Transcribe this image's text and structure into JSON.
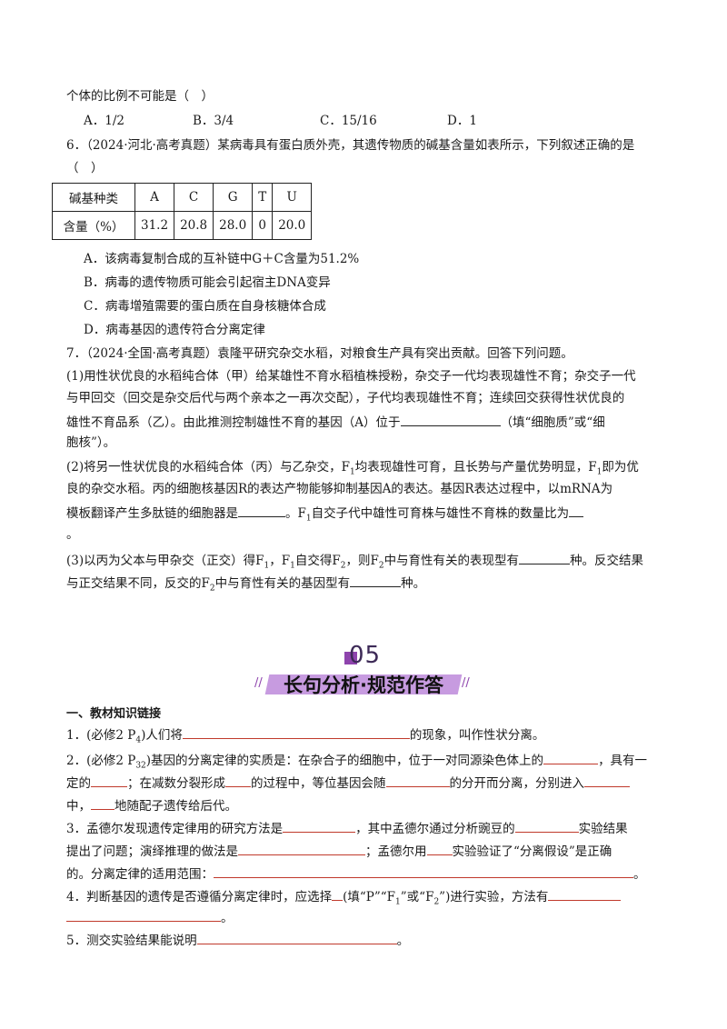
{
  "q5": {
    "stem_end": "个体的比例不可能是（　）",
    "options": [
      "A．1/2",
      "B．3/4",
      "C．15/16",
      "D．1"
    ]
  },
  "q6": {
    "stem": "6．（2024·河北·高考真题）某病毒具有蛋白质外壳，其遗传物质的碱基含量如表所示，下列叙述正确的是",
    "paren": "（　）",
    "table": {
      "header": [
        "碱基种类",
        "A",
        "C",
        "G",
        "T",
        "U"
      ],
      "row": [
        "含量（%）",
        "31.2",
        "20.8",
        "28.0",
        "0",
        "20.0"
      ]
    },
    "options": [
      "A．该病毒复制合成的互补链中G＋C含量为51.2%",
      "B．病毒的遗传物质可能会引起宿主DNA变异",
      "C．病毒增殖需要的蛋白质在自身核糖体合成",
      "D．病毒基因的遗传符合分离定律"
    ]
  },
  "q7": {
    "stem": "7．（2024·全国·高考真题）袁隆平研究杂交水稻，对粮食生产具有突出贡献。回答下列问题。",
    "p1": [
      "(1)用性状优良的水稻纯合体（甲）给某雄性不育水稻植株授粉，杂交子一代均表现雄性不育；杂交子一代",
      "与甲回交（回交是杂交后代与两个亲本之一再次交配），子代均表现雄性不育；连续回交获得性状优良的",
      "雄性不育品系（乙）。由此推测控制雄性不育的基因（A）位于",
      "（填“细胞质”或“细",
      "胞核”）。"
    ],
    "p2": [
      "(2)将另一性状优良的水稻纯合体（丙）与乙杂交，F",
      "均表现雄性可育，且长势与产量优势明显，F",
      "即为优",
      "良的杂交水稻。丙的细胞核基因R的表达产物能够抑制基因A的表达。基因R表达过程中，以mRNA为",
      "模板翻译产生多肽链的细胞器是",
      "。F",
      "自交子代中雄性可育株与雄性不育株的数量比为",
      "。"
    ],
    "p3": [
      "(3)以丙为父本与甲杂交（正交）得F",
      "，F",
      "自交得F",
      "，则F",
      "中与育性有关的表现型有",
      "种。反交结果",
      "与正交结果不同，反交的F",
      "中与育性有关的基因型有",
      "种。"
    ],
    "sub1": "1",
    "sub2": "2"
  },
  "banner": {
    "number": "05",
    "title": "长句分析·规范作答",
    "slash": "//"
  },
  "section": {
    "heading": "一、教材知识链接",
    "i1a": "1．(必修2 P",
    "i1sub": "4",
    "i1b": ")人们将",
    "i1c": "的现象，叫作性状分离。",
    "i2a": "2．(必修2 P",
    "i2sub": "32",
    "i2b": ")基因的分离定律的实质是：在杂合子的细胞中，位于一对同源染色体上的",
    "i2c": "，具有一",
    "i2d": "定的",
    "i2e": "；在减数分裂形成",
    "i2f": "的过程中，等位基因会随",
    "i2g": "的分开而分离，分别进入",
    "i2h": "中，",
    "i2i": "地随配子遗传给后代。",
    "i3a": "3．孟德尔发现遗传定律用的研究方法是",
    "i3b": "，其中孟德尔通过分析豌豆的",
    "i3c": "实验结果",
    "i3d": "提出了问题；演绎推理的做法是",
    "i3e": "；孟德尔用",
    "i3f": "实验验证了“分离假设”是正确",
    "i3g": "的。分离定律的适用范围：",
    "i3h": "。",
    "i4a": "4．判断基因的遗传是否遵循分离定律时，应选择",
    "i4b": "(填“P”“F",
    "i4c": "”或“F",
    "i4d": "”)进行实验，方法有",
    "i4e": "。",
    "i5a": "5．测交实验结果能说明",
    "i5b": "。"
  }
}
